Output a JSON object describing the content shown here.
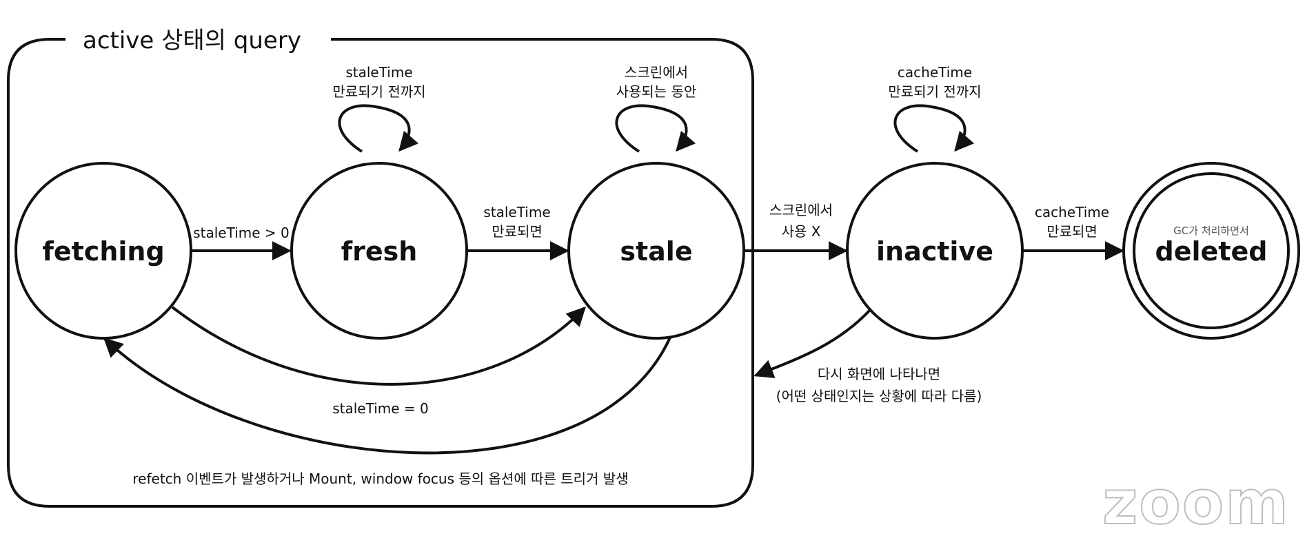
{
  "group": {
    "title": "active 상태의 query"
  },
  "states": {
    "fetching": "fetching",
    "fresh": "fresh",
    "stale": "stale",
    "inactive": "inactive",
    "deleted": "deleted",
    "deleted_sub": "GC가 처리하면서"
  },
  "loops": {
    "fresh": [
      "staleTime",
      "만료되기 전까지"
    ],
    "stale": [
      "스크린에서",
      "사용되는 동안"
    ],
    "inactive": [
      "cacheTime",
      "만료되기 전까지"
    ]
  },
  "edges": {
    "fetching_fresh": "staleTime > 0",
    "fresh_stale": [
      "staleTime",
      "만료되면"
    ],
    "stale_inactive": [
      "스크린에서",
      "사용 X"
    ],
    "inactive_deleted": [
      "cacheTime",
      "만료되면"
    ],
    "stale_fetching": "staleTime = 0",
    "inactive_back": [
      "다시 화면에 나타나면",
      "(어떤 상태인지는 상황에 따라 다름)"
    ]
  },
  "footer": "refetch 이벤트가 발생하거나 Mount, window focus 등의 옵션에 따른 트리거 발생",
  "watermark": "zoom"
}
